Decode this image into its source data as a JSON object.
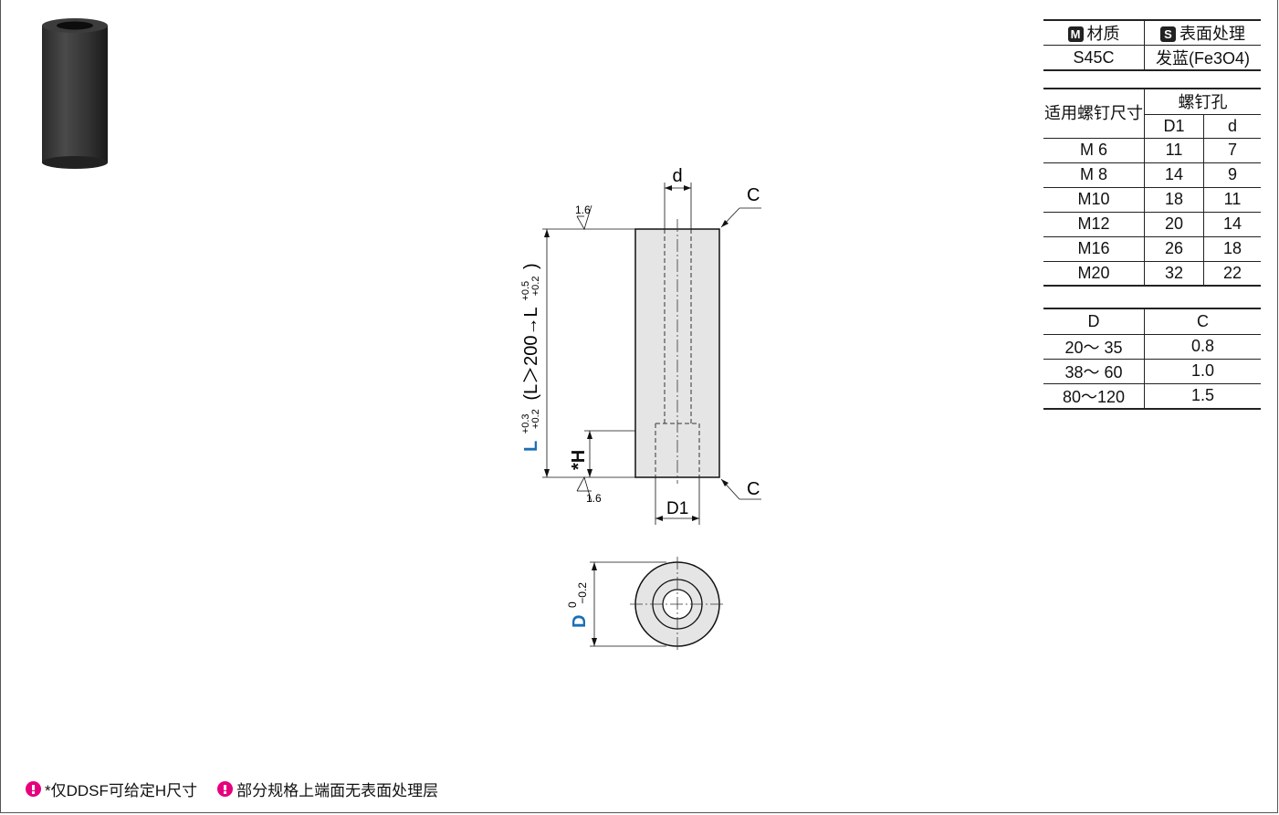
{
  "material_table": {
    "material_badge": "M",
    "material_label": "材质",
    "surface_badge": "S",
    "surface_label": "表面处理",
    "material_value": "S45C",
    "surface_value": "发蓝(Fe3O4)"
  },
  "screw_table": {
    "header_screw": "适用螺钉尺寸",
    "header_hole": "螺钉孔",
    "col_d1": "D1",
    "col_d": "d",
    "rows": [
      {
        "screw": "M 6",
        "d1": "11",
        "d": "7"
      },
      {
        "screw": "M 8",
        "d1": "14",
        "d": "9"
      },
      {
        "screw": "M10",
        "d1": "18",
        "d": "11"
      },
      {
        "screw": "M12",
        "d1": "20",
        "d": "14"
      },
      {
        "screw": "M16",
        "d1": "26",
        "d": "18"
      },
      {
        "screw": "M20",
        "d1": "32",
        "d": "22"
      }
    ]
  },
  "chamfer_table": {
    "col_D": "D",
    "col_C": "C",
    "rows": [
      {
        "D": "20～ 35",
        "C": "0.8"
      },
      {
        "D": "38～ 60",
        "C": "1.0"
      },
      {
        "D": "80～120",
        "C": "1.5"
      }
    ]
  },
  "drawing": {
    "label_d": "d",
    "label_C_top": "C",
    "label_C_bottom": "C",
    "roughness_top": "1.6",
    "roughness_bottom": "1.6",
    "label_D1": "D1",
    "label_L": "L",
    "tol_L_plus": "+0.3",
    "tol_L_minus": "+0.2",
    "length_rule": "(L＞200→L",
    "tol_L2_plus": "+0.5",
    "tol_L2_minus": "+0.2",
    "length_rule_end": ")",
    "label_H": "*H",
    "label_D": "D",
    "tol_D_upper": "0",
    "tol_D_lower": "−0.2",
    "accent_color": "#1a6fb5"
  },
  "footer": {
    "note1": "*仅DDSF可给定H尺寸",
    "note2": "部分规格上端面无表面处理层"
  }
}
